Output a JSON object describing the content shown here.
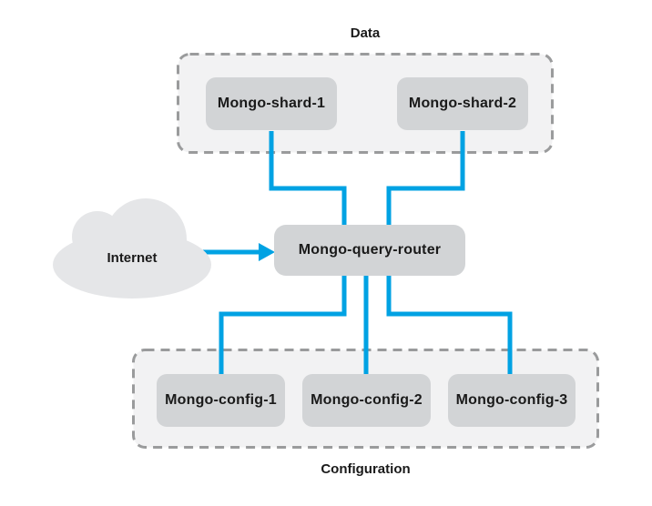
{
  "groups": [
    {
      "label": "Data",
      "nodes": [
        "Mongo-shard-1",
        "Mongo-shard-2"
      ]
    },
    {
      "label": "Configuration",
      "nodes": [
        "Mongo-config-1",
        "Mongo-config-2",
        "Mongo-config-3"
      ]
    }
  ],
  "router": {
    "label": "Mongo-query-router"
  },
  "internet": {
    "label": "Internet"
  },
  "edges": [
    {
      "from": "Internet",
      "to": "Mongo-query-router",
      "style": "arrow"
    },
    {
      "from": "Mongo-shard-1",
      "to": "Mongo-query-router",
      "style": "line"
    },
    {
      "from": "Mongo-shard-2",
      "to": "Mongo-query-router",
      "style": "line"
    },
    {
      "from": "Mongo-query-router",
      "to": "Mongo-config-1",
      "style": "line"
    },
    {
      "from": "Mongo-query-router",
      "to": "Mongo-config-2",
      "style": "line"
    },
    {
      "from": "Mongo-query-router",
      "to": "Mongo-config-3",
      "style": "line"
    }
  ],
  "colors": {
    "accent": "#00A2E3",
    "node_fill": "#d2d4d6",
    "group_fill": "#f2f2f3",
    "group_border": "#9a9b9c",
    "cloud_fill": "#e5e6e8",
    "text": "#1a1a1a",
    "background": "#ffffff"
  }
}
